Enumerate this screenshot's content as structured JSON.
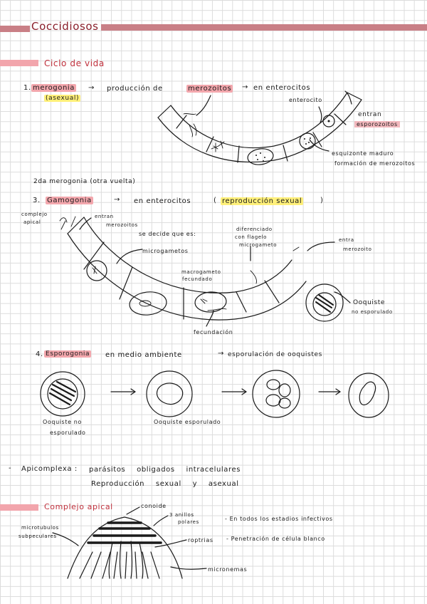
{
  "title": "Coccidiosos",
  "sections": {
    "ciclo": "Ciclo de vida",
    "complejo": "Complejo apical"
  },
  "step1": {
    "num": "1.",
    "merogonia": "merogonia",
    "asexual": "(asexual)",
    "arrow1": "→",
    "produccion": "producción de",
    "merozoitos": "merozoitos",
    "arrow2": "→",
    "en_enterocitos": "en enterocitos",
    "enterocito": "enterocito",
    "entran": "entran",
    "esporozoitos": "esporozoitos",
    "esquizonte": "esquizonte maduro",
    "formacion": "formación de merozoitos"
  },
  "step2": {
    "text": "2da merogonia (otra vuelta)"
  },
  "step3": {
    "num": "3.",
    "gamogonia": "Gamogonia",
    "arrow": "→",
    "en_enterocitos": "en enterocitos",
    "paren_open": "(",
    "reproduccion": "reproducción sexual",
    "paren_close": ")",
    "complejo_apical_1": "complejo",
    "complejo_apical_2": "apical",
    "entran_merozoitos_1": "entran",
    "entran_merozoitos_2": "merozoitos",
    "se_decide": "se decide que es:",
    "microgametos": "microgametos",
    "diferenciado_1": "diferenciado",
    "diferenciado_2": "con flagelo",
    "diferenciado_3": "microgameto",
    "entra_1": "entra",
    "entra_2": "merozoito",
    "macrogameto_1": "macrogameto",
    "macrogameto_2": "fecundado",
    "fecundacion": "fecundación",
    "ooquiste_1": "Ooquiste",
    "ooquiste_2": "no esporulado"
  },
  "step4": {
    "num": "4.",
    "esporogonia": "Esporogonia",
    "en_medio": "en medio ambiente",
    "arrow": "→",
    "esporulacion": "esporulación de ooquistes",
    "label1_1": "Ooquiste no",
    "label1_2": "esporulado",
    "label2": "Ooquiste esporulado"
  },
  "apicomplexa": {
    "dash": "-",
    "name": "Apicomplexa :",
    "line1": "parásitos obligados intracelulares",
    "line2": "Reproducción sexual y asexual"
  },
  "complejo": {
    "conoide": "conoide",
    "anillos_1": "3 anillos",
    "anillos_2": "polares",
    "microtubulos_1": "microtubulos",
    "microtubulos_2": "subpeculares",
    "roptrias": "roptrias",
    "micronemas": "micronemas",
    "bullet1": "- En todos los estadios infectivos",
    "bullet2": "- Penetración de célula blanco"
  }
}
